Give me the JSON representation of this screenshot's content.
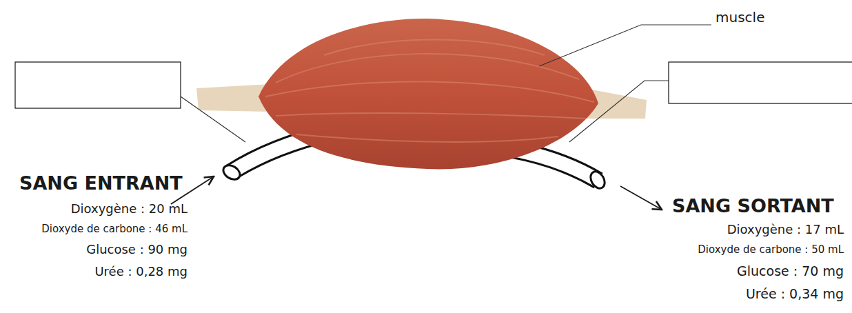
{
  "diagram": {
    "labels": [
      "muscle",
      "SANG ENTRANT",
      "Dioxygène : 20 mL",
      "Dioxyde de carbone : 46 mL",
      "Glucose : 90 mg",
      "Urée : 0,28 mg",
      "SANG SORTANT",
      "Dioxygène : 17 mL",
      "Dioxyde de carbone : 50 mL",
      "Glucose : 70 mg",
      "Urée : 0,34 mg"
    ]
  }
}
